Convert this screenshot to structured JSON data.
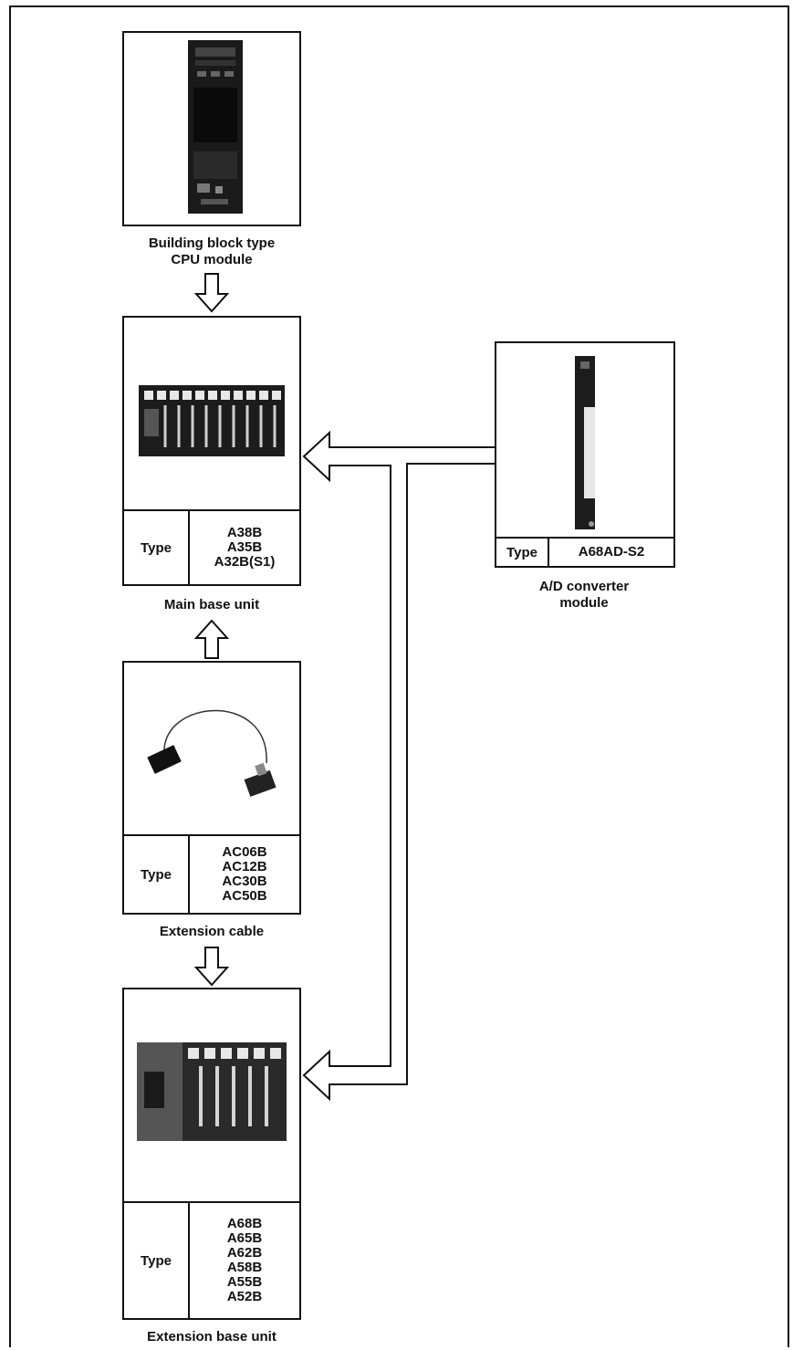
{
  "cpu_module": {
    "caption_line1": "Building block type",
    "caption_line2": "CPU module"
  },
  "main_base_unit": {
    "type_label": "Type",
    "models": [
      "A38B",
      "A35B",
      "A32B(S1)"
    ],
    "caption": "Main base unit"
  },
  "extension_cable": {
    "type_label": "Type",
    "models": [
      "AC06B",
      "AC12B",
      "AC30B",
      "AC50B"
    ],
    "caption": "Extension cable"
  },
  "extension_base_unit": {
    "type_label": "Type",
    "models": [
      "A68B",
      "A65B",
      "A62B",
      "A58B",
      "A55B",
      "A52B"
    ],
    "caption": "Extension base unit"
  },
  "ad_converter": {
    "type_label": "Type",
    "model": "A68AD-S2",
    "caption_line1": "A/D converter",
    "caption_line2": "module"
  }
}
